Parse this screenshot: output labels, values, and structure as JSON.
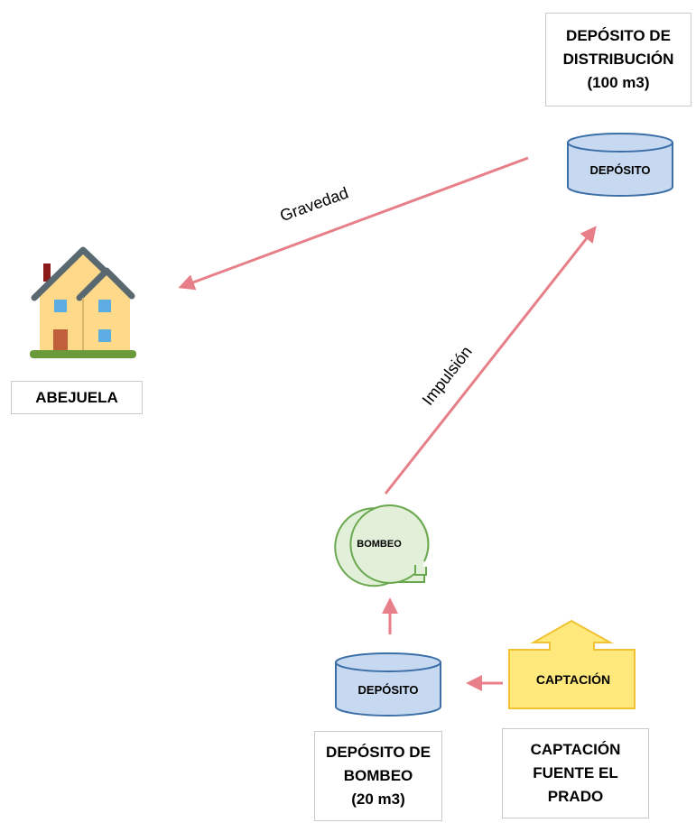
{
  "labels": {
    "distribucion": [
      "DEPÓSITO DE",
      "DISTRIBUCIÓN",
      "(100 m3)"
    ],
    "abejuela": [
      "ABEJUELA"
    ],
    "bombeo_deposit": [
      "DEPÓSITO DE",
      "BOMBEO",
      "(20 m3)"
    ],
    "captacion_fuente": [
      "CAPTACIÓN",
      "FUENTE EL",
      "PRADO"
    ]
  },
  "nodes": {
    "tank_top": "DEPÓSITO",
    "tank_bottom": "DEPÓSITO",
    "pump": "BOMBEO",
    "intake": "CAPTACIÓN"
  },
  "edges": {
    "gravity": "Gravedad",
    "impulsion": "Impulsión"
  },
  "colors": {
    "arrow": "#e77f88",
    "tank_fill": "#c6d9f0",
    "tank_stroke": "#3c6fa8",
    "pump_fill": "#e2f0d9",
    "pump_stroke": "#6aa84f",
    "intake_fill": "#ffe87c",
    "intake_stroke": "#f1c232",
    "house_wall": "#ffd98a",
    "house_roof": "#5a6870",
    "house_window": "#5dade2",
    "house_door": "#c0603a",
    "house_chimney": "#8b1a1a",
    "grass": "#6a9a3a"
  },
  "icons": [
    "house-icon"
  ]
}
